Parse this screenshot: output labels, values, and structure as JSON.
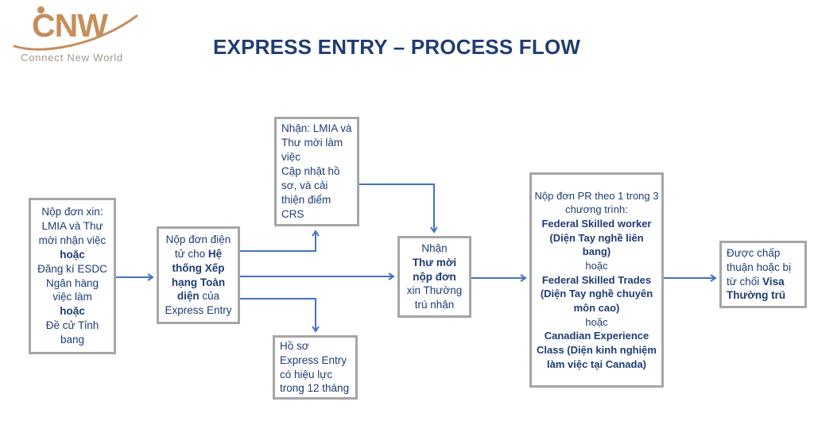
{
  "logo": {
    "text": "CNW",
    "tagline": "Connect New World"
  },
  "title": "EXPRESS ENTRY – PROCESS FLOW",
  "colors": {
    "title_navy": "#1F3C73",
    "box_text_navy": "#1F3C73",
    "box_border_gray": "#A6A6A6",
    "arrow_blue": "#4472C4",
    "logo_tan": "#C68E5B",
    "logo_tagline_gray": "#A2968A"
  },
  "boxes": [
    {
      "id": "apply-options",
      "lines": [
        [
          {
            "t": "Nộp đơn xin: LMIA và Thư mời nhận việc"
          }
        ],
        [
          {
            "t": "hoặc",
            "b": true
          }
        ],
        [
          {
            "t": "Đăng kí ESDC Ngân hàng việc làm"
          }
        ],
        [
          {
            "t": "hoặc",
            "b": true
          }
        ],
        [
          {
            "t": "Đề cử Tỉnh bang"
          }
        ]
      ]
    },
    {
      "id": "submit-crs-profile",
      "lines": [
        [
          {
            "t": "Nộp đơn điện tử cho "
          },
          {
            "t": "Hệ thống Xếp hạng Toàn diện",
            "b": true
          },
          {
            "t": " của Express Entry"
          }
        ]
      ]
    },
    {
      "id": "receive-lmia-improve-crs",
      "lines": [
        [
          {
            "t": "Nhận: LMIA và Thư mời làm việc"
          }
        ],
        [
          {
            "t": "Cập nhật hồ sơ, và cải thiện điểm CRS"
          }
        ]
      ]
    },
    {
      "id": "profile-valid-12-months",
      "lines": [
        [
          {
            "t": "Hồ sơ Express Entry có hiệu lực trong 12 tháng"
          }
        ]
      ]
    },
    {
      "id": "receive-invitation",
      "lines": [
        [
          {
            "t": "Nhận"
          }
        ],
        [
          {
            "t": "Thư mời nộp đơn",
            "b": true
          }
        ],
        [
          {
            "t": "xin Thường trú nhân"
          }
        ]
      ]
    },
    {
      "id": "submit-pr-programs",
      "lines": [
        [
          {
            "t": "Nộp đơn PR theo 1 trong 3 chương trình:"
          }
        ],
        [
          {
            "t": "Federal Skilled worker (Diện Tay nghề liên bang)",
            "b": true
          }
        ],
        [
          {
            "t": "hoặc"
          }
        ],
        [
          {
            "t": "Federal Skilled Trades (Diện Tay nghề chuyên môn cao)",
            "b": true
          }
        ],
        [
          {
            "t": "hoặc"
          }
        ],
        [
          {
            "t": "Canadian Experience Class (Diện kinh nghiệm làm việc tại Canada)",
            "b": true
          }
        ]
      ]
    },
    {
      "id": "visa-decision",
      "lines": [
        [
          {
            "t": "Được chấp thuận hoặc bị từ chối "
          },
          {
            "t": "Visa Thường trú",
            "b": true
          }
        ]
      ]
    }
  ],
  "connections": [
    {
      "from": "apply-options",
      "to": "submit-crs-profile"
    },
    {
      "from": "submit-crs-profile",
      "to": "receive-lmia-improve-crs"
    },
    {
      "from": "submit-crs-profile",
      "to": "receive-invitation"
    },
    {
      "from": "submit-crs-profile",
      "to": "profile-valid-12-months"
    },
    {
      "from": "receive-lmia-improve-crs",
      "to": "receive-invitation"
    },
    {
      "from": "receive-invitation",
      "to": "submit-pr-programs"
    },
    {
      "from": "submit-pr-programs",
      "to": "visa-decision"
    }
  ]
}
